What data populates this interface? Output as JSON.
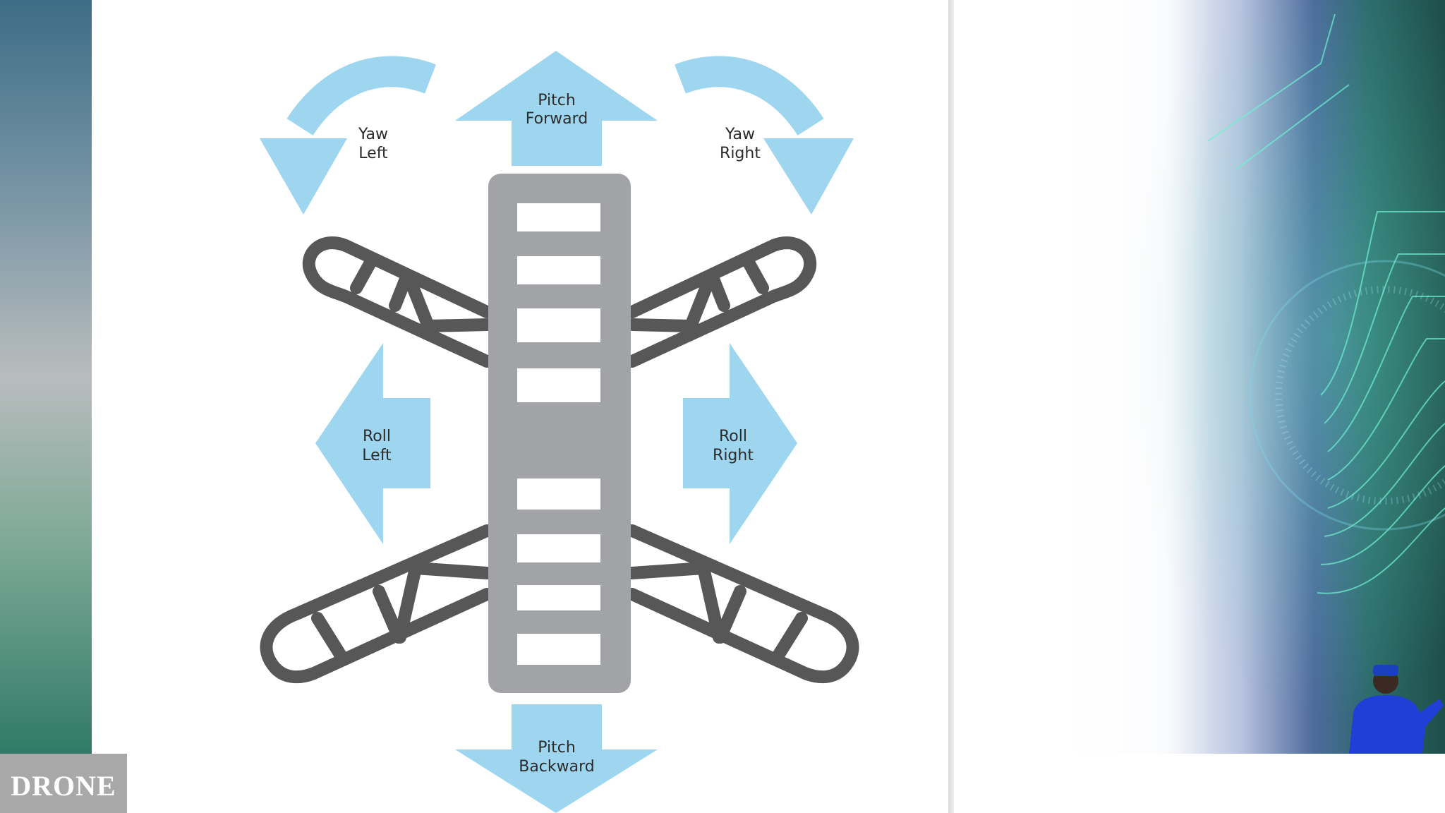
{
  "slide": {
    "title": "DRONE"
  },
  "diagram": {
    "labels": {
      "pitch_forward": [
        "Pitch",
        "Forward"
      ],
      "pitch_backward": [
        "Pitch",
        "Backward"
      ],
      "yaw_left": [
        "Yaw",
        "Left"
      ],
      "yaw_right": [
        "Yaw",
        "Right"
      ],
      "roll_left": [
        "Roll",
        "Left"
      ],
      "roll_right": [
        "Roll",
        "Right"
      ]
    }
  },
  "colors": {
    "arrow": "#9ed6f0",
    "frame": "#575757",
    "body": "#a1a3a6",
    "strip_top": "#3d6d86",
    "strip_bottom": "#2f7a66"
  },
  "icons": {
    "presenter": "presenter-person-icon"
  }
}
